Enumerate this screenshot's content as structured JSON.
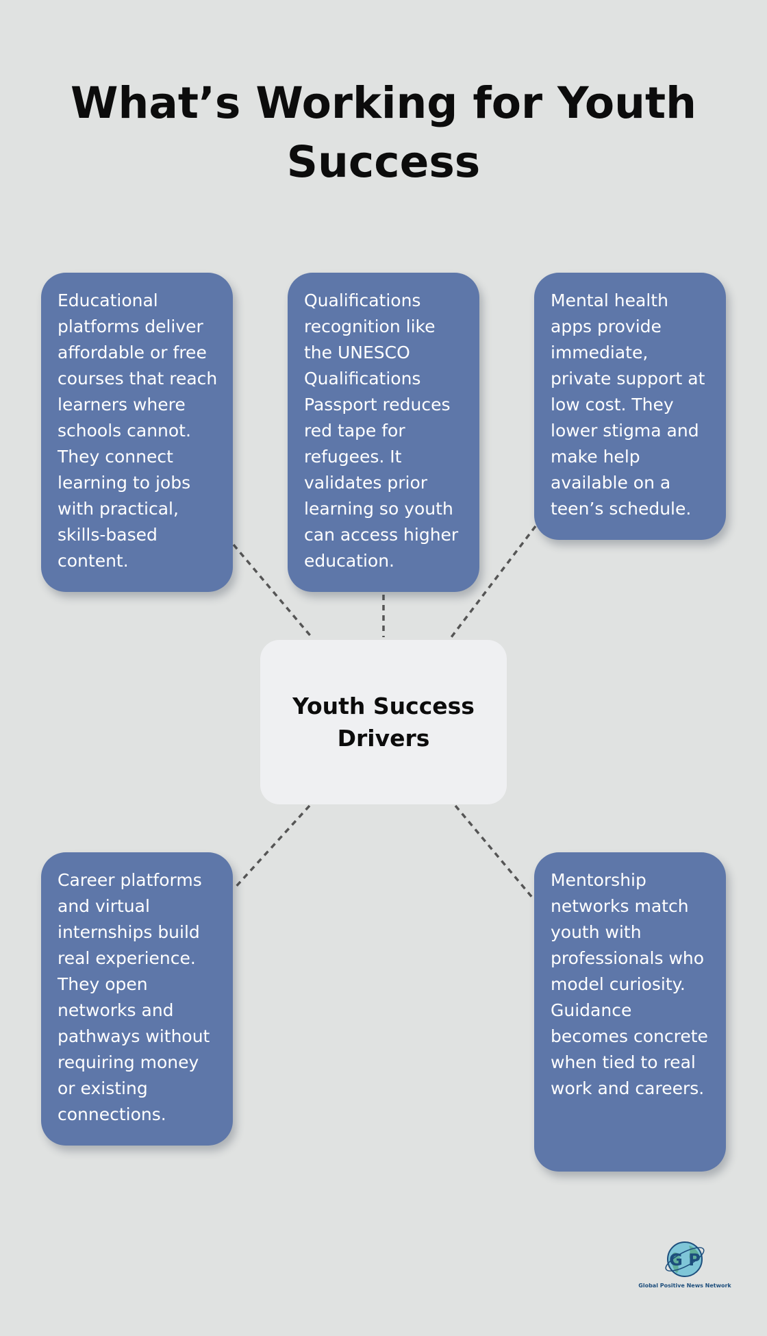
{
  "title": "What’s Working for Youth Success",
  "center": {
    "label": "Youth Success Drivers"
  },
  "cards": [
    {
      "text": "Educational platforms deliver affordable or free courses that reach learners where schools cannot. They connect learning to jobs with practical, skills-based content."
    },
    {
      "text": "Qualifications recognition like the UNESCO Qualifications Passport reduces red tape for refugees. It validates prior learning so youth can access higher education."
    },
    {
      "text": "Mental health apps provide immediate, private support at low cost. They lower stigma and make help available on a teen’s schedule."
    },
    {
      "text": "Career platforms and virtual internships build real experience. They open networks and pathways without requiring money or existing connections."
    },
    {
      "text": "Mentorship networks match youth with professionals who model curiosity. Guidance becomes concrete when tied to real work and careers."
    }
  ],
  "logo": {
    "letters": "G P",
    "caption": "Global Positive News Network"
  },
  "colors": {
    "background": "#e0e2e1",
    "card": "#5e77a9",
    "center_box": "#eff0f2",
    "connector": "#555555",
    "logo": "#1d4e7c"
  }
}
